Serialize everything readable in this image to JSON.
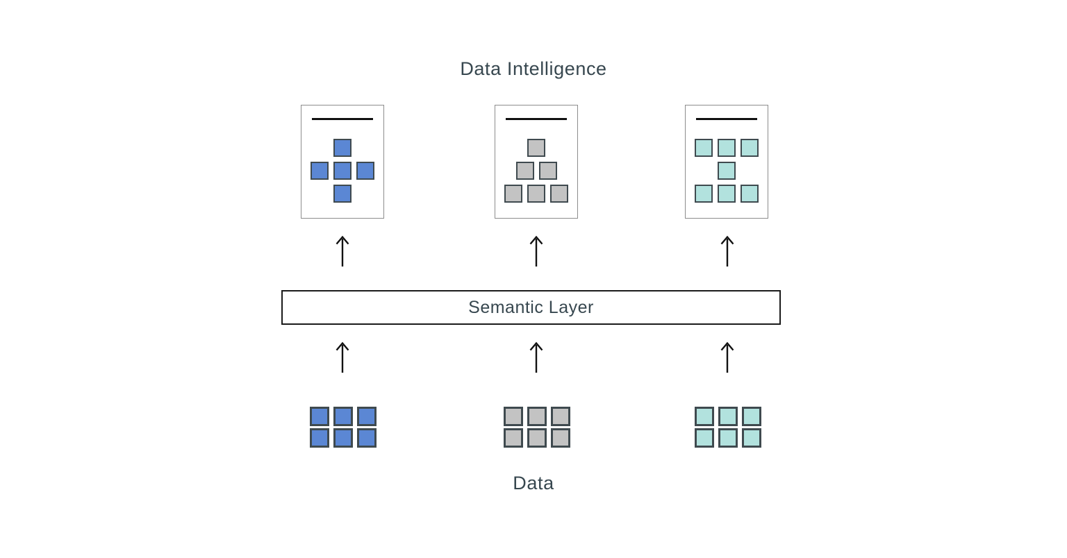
{
  "title": "Data Intelligence",
  "bottom_label": "Data",
  "semantic_layer": {
    "label": "Semantic Layer"
  },
  "colors": {
    "blue": "#5b87d4",
    "gray": "#c3c3c3",
    "teal": "#b2e2de",
    "square_border": "#3f4a4f",
    "text": "#37474f",
    "arrow": "#111111",
    "card_border": "#8c8c8c",
    "box_border": "#1a1a1a"
  },
  "cards": [
    {
      "name": "tool-card-plus",
      "color": "blue",
      "pattern": [
        1,
        3,
        1
      ]
    },
    {
      "name": "tool-card-pyramid",
      "color": "gray",
      "pattern": [
        1,
        2,
        3
      ]
    },
    {
      "name": "tool-card-i-shape",
      "color": "teal",
      "pattern": [
        3,
        1,
        3
      ]
    }
  ],
  "data_sources": [
    {
      "name": "data-grid-blue",
      "color": "blue",
      "rows": 2,
      "cols": 3
    },
    {
      "name": "data-grid-gray",
      "color": "gray",
      "rows": 2,
      "cols": 3
    },
    {
      "name": "data-grid-teal",
      "color": "teal",
      "rows": 2,
      "cols": 3
    }
  ]
}
